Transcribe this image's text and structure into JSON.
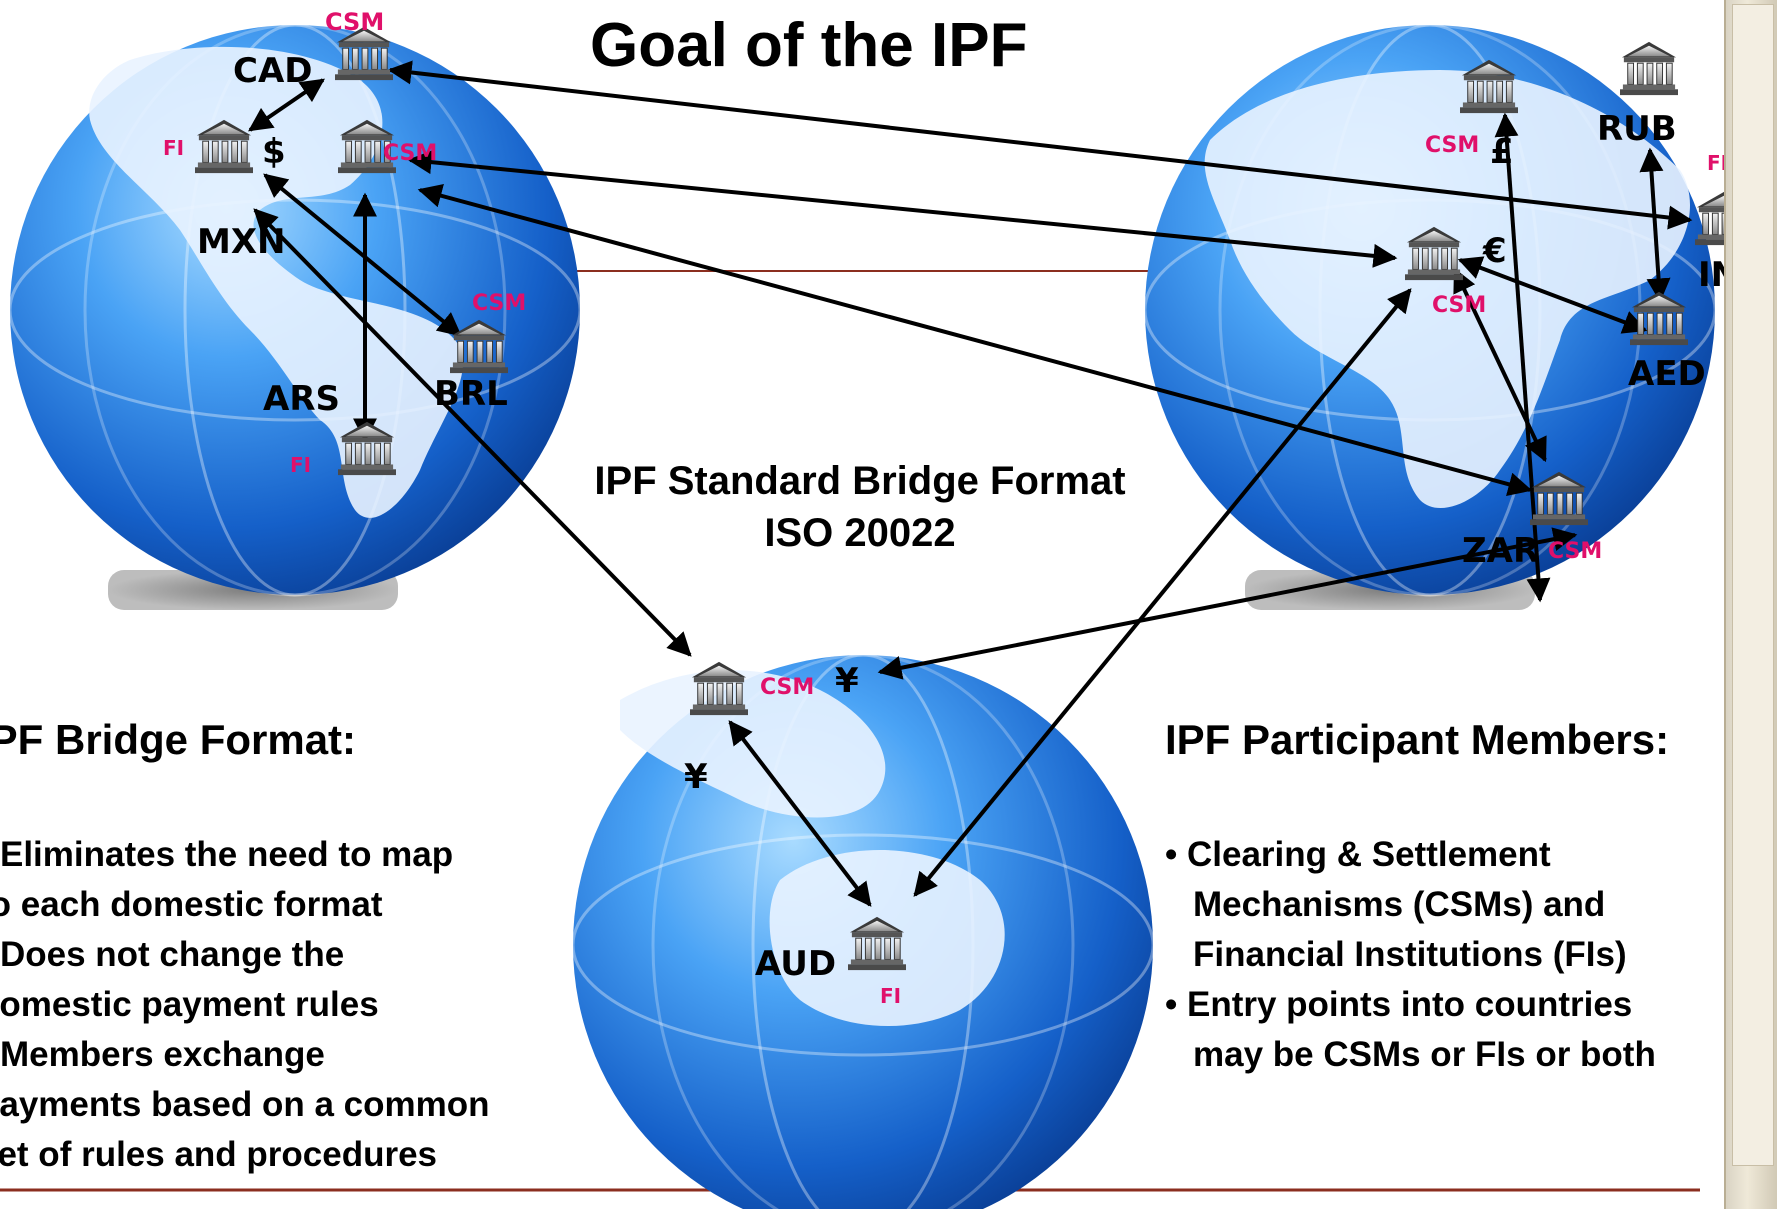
{
  "title": "Goal of the IPF",
  "bridge": {
    "line1": "IPF Standard Bridge Format",
    "line2": "ISO 20022"
  },
  "left_panel": {
    "heading": "IPF Bridge Format:",
    "lines": [
      "• Eliminates the need to map",
      "to each domestic format",
      "• Does not change the",
      "domestic payment rules",
      "• Members exchange",
      "payments based on a common",
      "set of rules and procedures"
    ]
  },
  "right_panel": {
    "heading": "IPF Participant Members:",
    "lines": [
      "• Clearing & Settlement",
      "Mechanisms (CSMs) and",
      "Financial Institutions (FIs)",
      "• Entry points into countries",
      "may be CSMs or FIs or both"
    ]
  },
  "nodes": {
    "cad": {
      "currency": "CAD",
      "tag": "CSM"
    },
    "usd": {
      "currency": "$",
      "tag": "FI"
    },
    "usd_csm": {
      "tag": "CSM"
    },
    "mxn": {
      "currency": "MXN"
    },
    "brl": {
      "currency": "BRL",
      "tag": "CSM"
    },
    "ars": {
      "currency": "ARS",
      "tag": "FI"
    },
    "gbp": {
      "currency": "£",
      "tag": "CSM"
    },
    "rub": {
      "currency": "RUB",
      "tag": "FI"
    },
    "inr": {
      "currency": "INR"
    },
    "eur": {
      "currency": "€",
      "tag": "CSM"
    },
    "aed": {
      "currency": "AED"
    },
    "zar": {
      "currency": "ZAR",
      "tag": "CSM"
    },
    "jpy": {
      "currency": "¥",
      "tag": "CSM"
    },
    "cny": {
      "currency": "¥"
    },
    "aud": {
      "currency": "AUD",
      "tag": "FI"
    }
  },
  "colors": {
    "tag": "#e0106a",
    "globe_dark": "#0b3f9e",
    "globe_light": "#5fb2ff",
    "divider": "#8b2e1f"
  },
  "icons": {
    "bank": "bank-building-icon",
    "globe": "globe-icon"
  }
}
